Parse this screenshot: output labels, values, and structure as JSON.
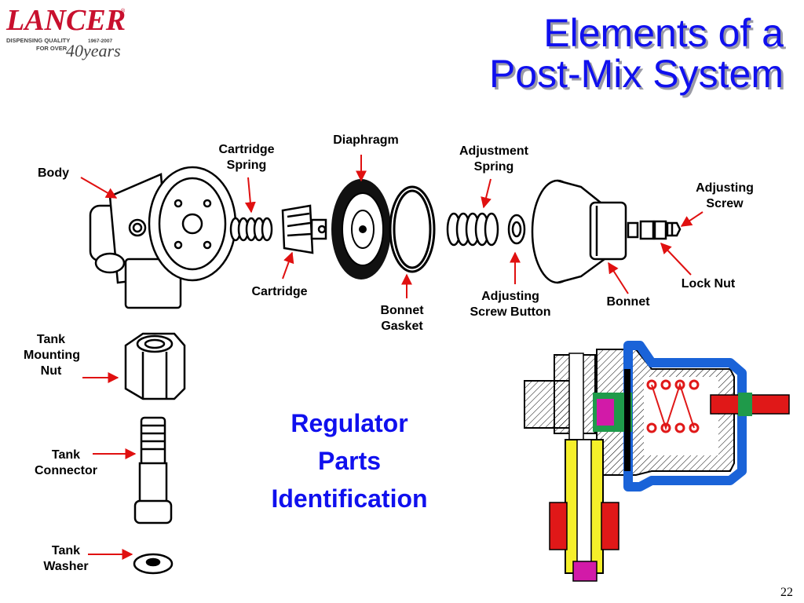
{
  "logo": {
    "brand": "LANCER",
    "tagline_line1": "DISPENSING QUALITY",
    "tagline_line2": "FOR OVER",
    "years_range": "1967-2007",
    "years_text": "40years"
  },
  "title": {
    "line1": "Elements of a",
    "line2": "Post-Mix System"
  },
  "parts": {
    "body": "Body",
    "cartridge_spring_1": "Cartridge",
    "cartridge_spring_2": "Spring",
    "diaphragm": "Diaphragm",
    "adjustment_spring_1": "Adjustment",
    "adjustment_spring_2": "Spring",
    "adjusting_screw_1": "Adjusting",
    "adjusting_screw_2": "Screw",
    "cartridge": "Cartridge",
    "bonnet_gasket_1": "Bonnet",
    "bonnet_gasket_2": "Gasket",
    "adjusting_screw_button_1": "Adjusting",
    "adjusting_screw_button_2": "Screw Button",
    "bonnet": "Bonnet",
    "lock_nut": "Lock Nut",
    "tank_mounting_nut_1": "Tank",
    "tank_mounting_nut_2": "Mounting",
    "tank_mounting_nut_3": "Nut",
    "tank_connector_1": "Tank",
    "tank_connector_2": "Connector",
    "tank_washer_1": "Tank",
    "tank_washer_2": "Washer"
  },
  "center_title": {
    "line1": "Regulator",
    "line2": "Parts",
    "line3": "Identification"
  },
  "page_number": "22",
  "colors": {
    "title_blue": "#1010ee",
    "arrow_red": "#e01010",
    "logo_red": "#c8102e",
    "cutaway_blue": "#1a63d8",
    "cutaway_yellow": "#f5ef2a",
    "cutaway_red": "#e01818",
    "cutaway_green": "#1f9a4a",
    "cutaway_magenta": "#d21aa8"
  }
}
